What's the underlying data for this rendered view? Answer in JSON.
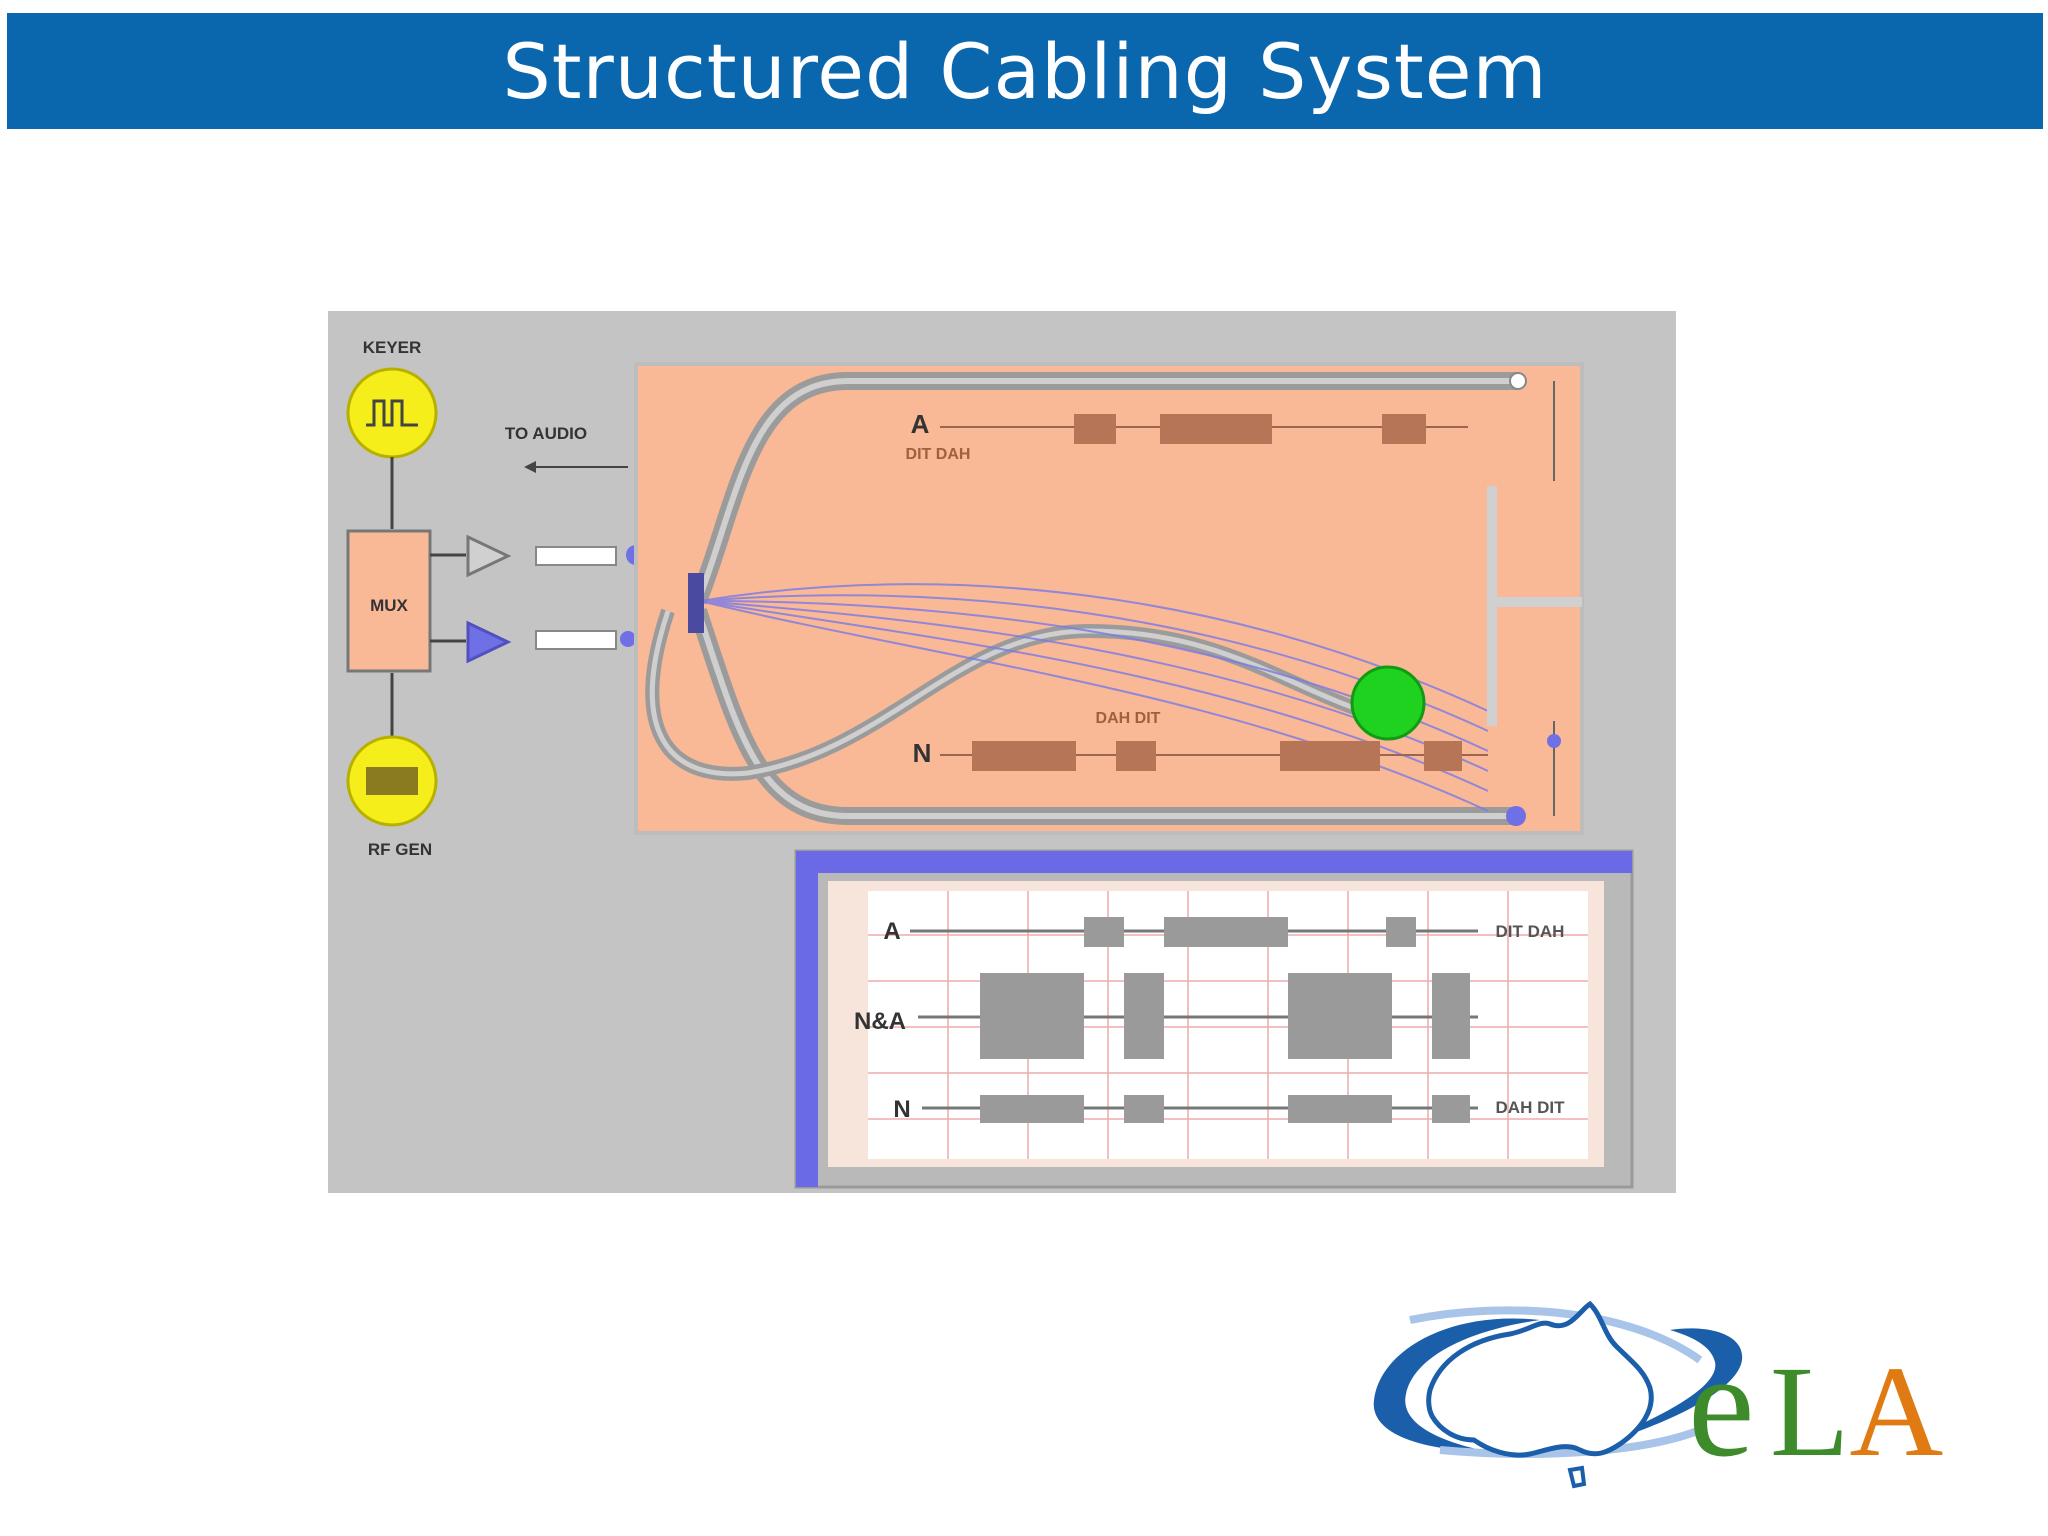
{
  "slide": {
    "title": "Structured Cabling System"
  },
  "diagram": {
    "keyer_label": "KEYER",
    "mux_label": "MUX",
    "rf_gen_label": "RF GEN",
    "to_audio_label": "TO AUDIO",
    "beam_a_label": "A",
    "beam_a_code": "DIT DAH",
    "beam_n_label": "N",
    "beam_n_code": "DAH DIT",
    "scope_row_a": "A",
    "scope_row_a_code": "DIT DAH",
    "scope_row_na": "N&A",
    "scope_row_n": "N",
    "scope_row_n_code": "DAH DIT"
  },
  "logo": {
    "text_e": "e",
    "text_la": "LA"
  },
  "colors": {
    "title_bar": "#0a66ad",
    "panel_bg": "#c4c4c4",
    "room_fill": "#f9b896",
    "generator_yellow": "#f5ee1a",
    "receiver_green": "#1fd21f",
    "beam_purple": "#7a7ae8",
    "logo_blue": "#1b5faa",
    "logo_green": "#3d8b2b",
    "logo_orange": "#e07a12"
  }
}
